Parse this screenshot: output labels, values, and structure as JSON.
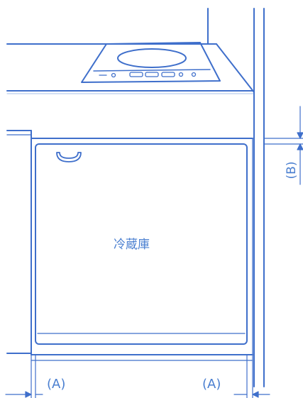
{
  "colors": {
    "line": "#3f6fcb",
    "line_light": "#a9c1ea",
    "text": "#4a7fd0",
    "background": "#ffffff"
  },
  "labels": {
    "refrigerator": "冷蔵庫",
    "gap_a": "(A)",
    "gap_b": "(B)"
  }
}
